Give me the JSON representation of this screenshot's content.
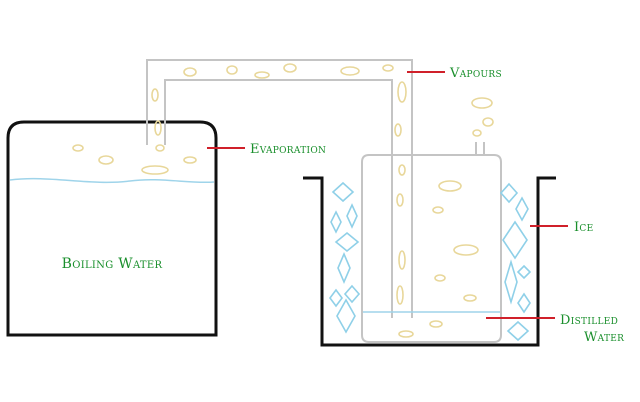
{
  "labels": {
    "boiling_water": "Boiling Water",
    "evaporation": "Evaporation",
    "vapours": "Vapours",
    "ice": "Ice",
    "distilled_line1": "Distilled",
    "distilled_line2": "Water"
  },
  "colors": {
    "label_text": "#1a8f2c",
    "leader_line": "#d0202a",
    "container_outline": "#111111",
    "glass_outline": "#b8b8b8",
    "water_line": "#9fd4ea",
    "bubble": "#e8d79a",
    "ice": "#8fd0e8"
  }
}
